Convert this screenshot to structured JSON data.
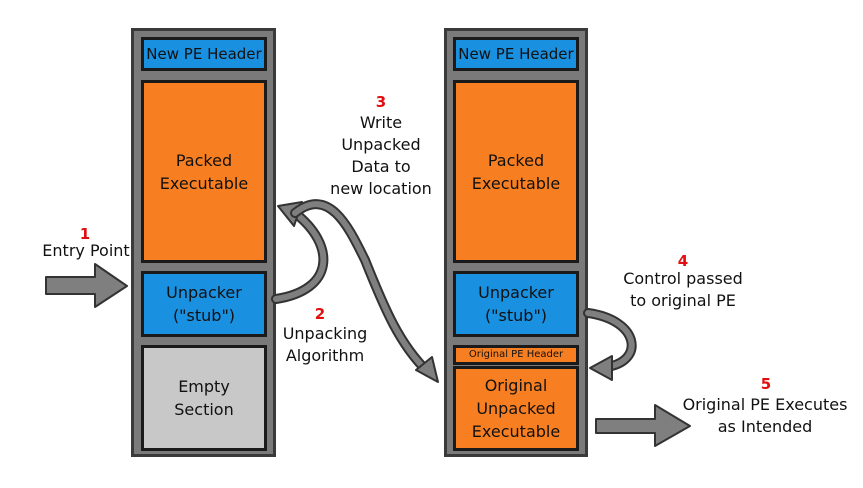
{
  "left_column": {
    "header": "New PE Header",
    "packed": "Packed\nExecutable",
    "stub": "Unpacker\n(\"stub\")",
    "empty": "Empty\nSection"
  },
  "right_column": {
    "header": "New PE Header",
    "packed": "Packed\nExecutable",
    "stub": "Unpacker\n(\"stub\")",
    "orig_header": "Original PE Header",
    "orig_unpacked": "Original\nUnpacked\nExecutable"
  },
  "steps": [
    {
      "num": "1",
      "text": "Entry Point"
    },
    {
      "num": "2",
      "text": "Unpacking\nAlgorithm"
    },
    {
      "num": "3",
      "text": "Write\nUnpacked\nData to\nnew location"
    },
    {
      "num": "4",
      "text": "Control passed\nto original PE"
    },
    {
      "num": "5",
      "text": "Original PE Executes\nas Intended"
    }
  ],
  "colors": {
    "blue": "#1a90e0",
    "orange": "#f77f22",
    "gray_section": "#c8c8c8",
    "column_frame": "#7a7a7a",
    "step_number": "#e01010",
    "arrow_fill": "#7f7f7f"
  }
}
